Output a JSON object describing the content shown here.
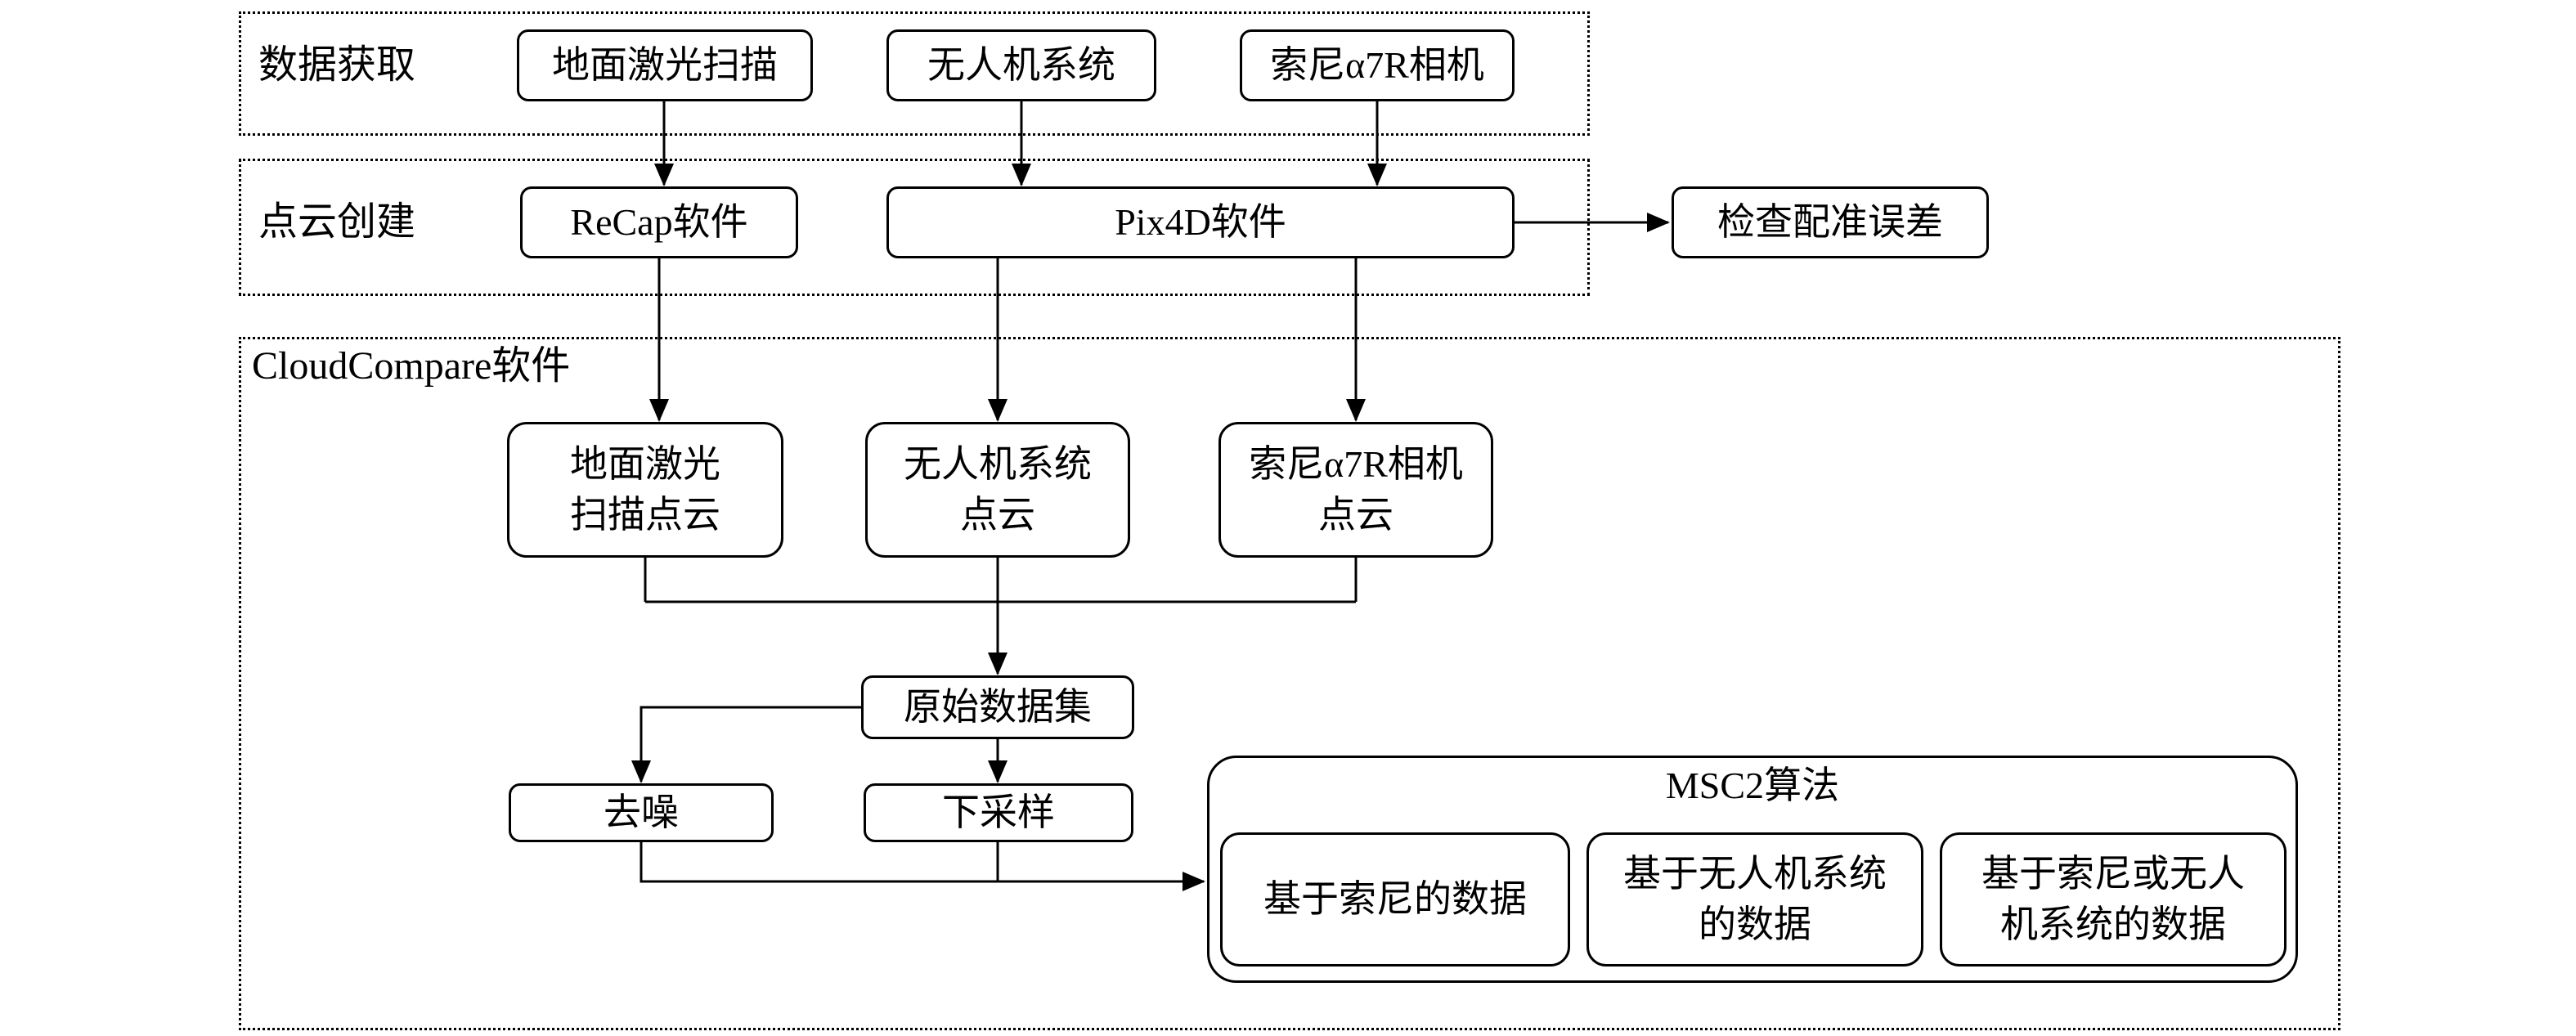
{
  "sections": {
    "acquisition": {
      "label": "数据获取",
      "boxes": [
        {
          "label": "地面激光扫描"
        },
        {
          "label": "无人机系统"
        },
        {
          "label": "索尼α7R相机"
        }
      ]
    },
    "pointcloud_creation": {
      "label": "点云创建",
      "boxes": [
        {
          "label": "ReCap软件"
        },
        {
          "label": "Pix4D软件"
        }
      ],
      "check_box": "检查配准误差"
    },
    "cloudcompare": {
      "label": "CloudCompare软件",
      "point_clouds": [
        "地面激光\n扫描点云",
        "无人机系统\n点云",
        "索尼α7R相机\n点云"
      ],
      "raw_dataset": "原始数据集",
      "denoise": "去噪",
      "downsample": "下采样",
      "msc2": {
        "title": "MSC2算法",
        "items": [
          "基于索尼的数据",
          "基于无人机系统\n的数据",
          "基于索尼或无人\n机系统的数据"
        ]
      }
    }
  },
  "colors": {
    "line": "#000000",
    "background": "#ffffff"
  }
}
